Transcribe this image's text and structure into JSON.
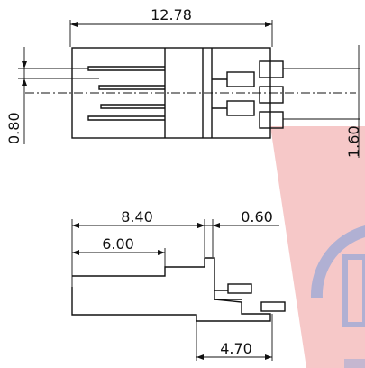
{
  "dimensions": {
    "overall_length": "12.78",
    "pin_pitch": "0.80",
    "lead_span": "1.60",
    "side_length": "8.40",
    "side_step": "0.60",
    "side_inner": "6.00",
    "side_bottom": "4.70"
  },
  "colors": {
    "line": "#111111",
    "watermark_red": "#e24a4a",
    "watermark_blue": "#3c5fb8"
  }
}
